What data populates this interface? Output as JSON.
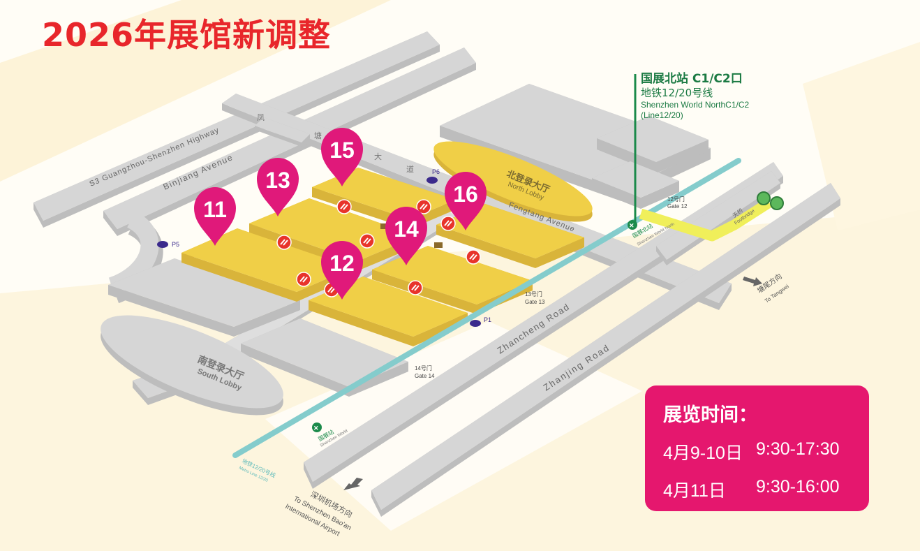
{
  "title": "2026年展馆新调整",
  "colors": {
    "title": "#e8262b",
    "hall": "#f0cf47",
    "pin": "#e0197a",
    "metro": "#84cccc",
    "metro_station": "#1b8a4a",
    "footbridge": "#f0ef5a",
    "parking": "#3b2a8c",
    "escalator": "#e8342b",
    "info_box": "#e5176e",
    "building": "#d6d6d6"
  },
  "metro_info": {
    "station_cn": "国展北站 C1/C2口",
    "line_cn": "地铁12/20号线",
    "station_en": "Shenzhen World NorthC1/C2",
    "line_en": "(Line12/20)"
  },
  "halls": [
    "11",
    "12",
    "13",
    "14",
    "15",
    "16"
  ],
  "parking": {
    "p5": "P5",
    "p6": "P6",
    "p1": "P1"
  },
  "gates": {
    "g12_cn": "12号门",
    "g12_en": "Gate 12",
    "g13_cn": "13号门",
    "g13_en": "Gate 13",
    "g14_cn": "14号门",
    "g14_en": "Gate 14"
  },
  "roads": {
    "highway": "S3 Guangzhou-Shenzhen Highway",
    "binjiang": "Binjiang Avenue",
    "fengtang": "Fengtang Avenue",
    "zhancheng": "Zhancheng Road",
    "zhanjing": "Zhanjing Road",
    "fengtang_cn_chars": [
      "凤",
      "塘",
      "大",
      "道"
    ]
  },
  "lobbies": {
    "north_cn": "北登录大厅",
    "north_en": "North Lobby",
    "south_cn": "南登录大厅",
    "south_en": "South Lobby"
  },
  "stations": {
    "north_cn": "国展北站",
    "north_en": "Shenzhen World North",
    "main_cn": "国展站",
    "main_en": "Shenzhen World",
    "line_cn": "地铁12/20号线",
    "line_en": "Metro Line 12/20"
  },
  "footbridge": {
    "cn": "天桥",
    "en": "Footbridge"
  },
  "directions": {
    "tangwei_cn": "塘尾方向",
    "tangwei_en": "To Tangwei",
    "airport_cn": "深圳机场方向",
    "airport_en1": "To Shenzhen Bao'an",
    "airport_en2": "International Airport"
  },
  "schedule": {
    "heading": "展览时间：",
    "rows": [
      {
        "date": "4月9-10日",
        "time": "9:30-17:30"
      },
      {
        "date": "4月11日",
        "time": "9:30-16:00"
      }
    ]
  }
}
